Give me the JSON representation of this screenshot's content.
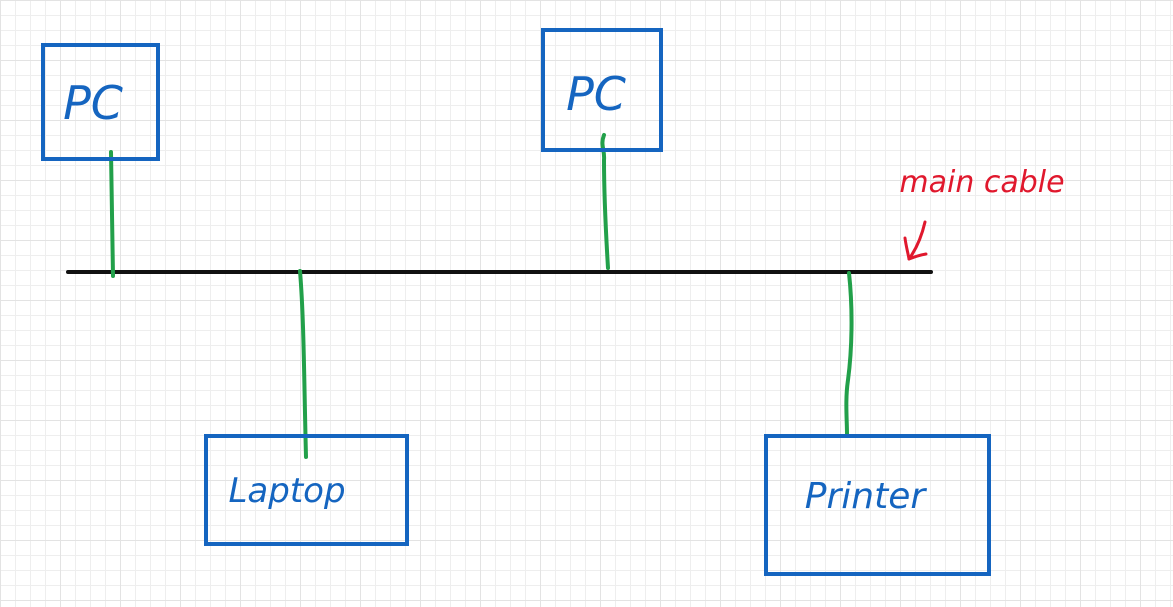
{
  "colors": {
    "node": "#1565c0",
    "link": "#22a04a",
    "bus": "#111111",
    "annotation": "#e0182d",
    "grid": "#e3e3e3"
  },
  "nodes": [
    {
      "id": "pc-1",
      "label": "PC"
    },
    {
      "id": "pc-2",
      "label": "PC"
    },
    {
      "id": "laptop",
      "label": "Laptop"
    },
    {
      "id": "printer",
      "label": "Printer"
    }
  ],
  "annotation": {
    "label": "main cable"
  }
}
